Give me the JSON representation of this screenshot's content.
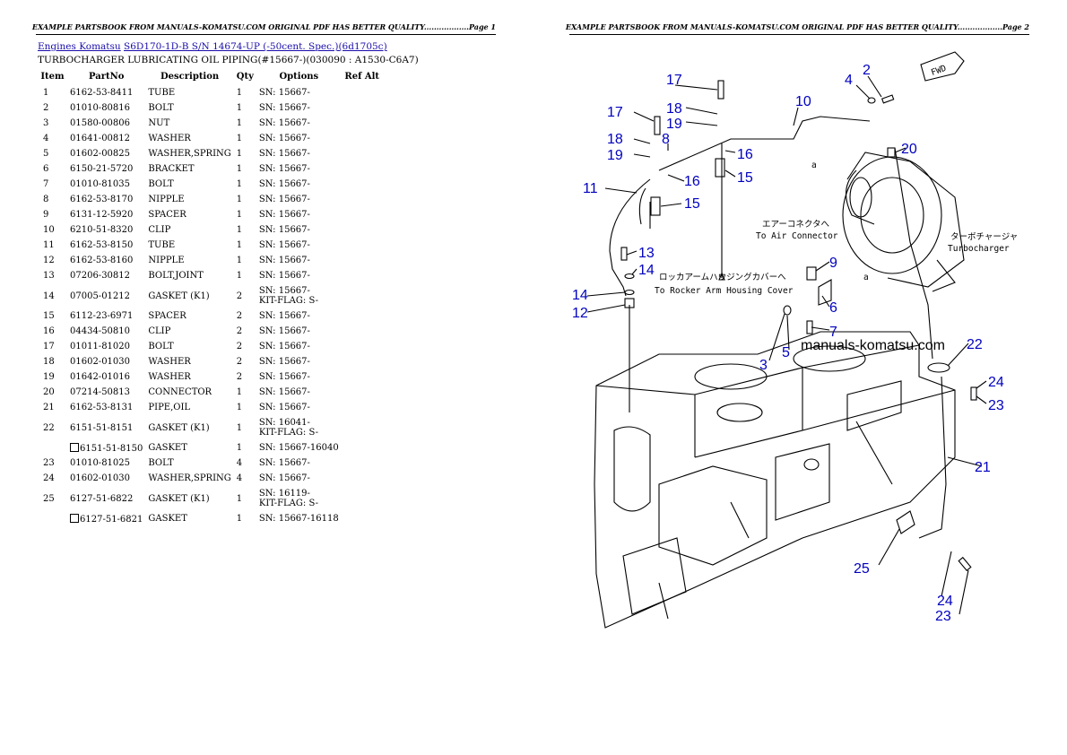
{
  "page1": {
    "header": "EXAMPLE PARTSBOOK FROM MANUALS-KOMATSU.COM ORIGINAL PDF HAS BETTER QUALITY..................Page 1",
    "breadcrumb": {
      "link1": "Engines Komatsu",
      "link2": "S6D170-1D-B S/N 14674-UP (-50cent. Spec.)(6d1705c)"
    },
    "subtitle": "TURBOCHARGER LUBRICATING OIL PIPING(#15667-)(030090 : A1530-C6A7)",
    "table": {
      "headers": [
        "Item",
        "PartNo",
        "Description",
        "Qty",
        "Options",
        "Ref",
        "Alt"
      ],
      "rows": [
        {
          "item": "1",
          "part": "6162-53-8411",
          "desc": "TUBE",
          "qty": "1",
          "opt": "SN: 15667-",
          "opt2": "",
          "alt": false
        },
        {
          "item": "2",
          "part": "01010-80816",
          "desc": "BOLT",
          "qty": "1",
          "opt": "SN: 15667-",
          "opt2": "",
          "alt": false
        },
        {
          "item": "3",
          "part": "01580-00806",
          "desc": "NUT",
          "qty": "1",
          "opt": "SN: 15667-",
          "opt2": "",
          "alt": false
        },
        {
          "item": "4",
          "part": "01641-00812",
          "desc": "WASHER",
          "qty": "1",
          "opt": "SN: 15667-",
          "opt2": "",
          "alt": false
        },
        {
          "item": "5",
          "part": "01602-00825",
          "desc": "WASHER,SPRING",
          "qty": "1",
          "opt": "SN: 15667-",
          "opt2": "",
          "alt": false
        },
        {
          "item": "6",
          "part": "6150-21-5720",
          "desc": "BRACKET",
          "qty": "1",
          "opt": "SN: 15667-",
          "opt2": "",
          "alt": false
        },
        {
          "item": "7",
          "part": "01010-81035",
          "desc": "BOLT",
          "qty": "1",
          "opt": "SN: 15667-",
          "opt2": "",
          "alt": false
        },
        {
          "item": "8",
          "part": "6162-53-8170",
          "desc": "NIPPLE",
          "qty": "1",
          "opt": "SN: 15667-",
          "opt2": "",
          "alt": false
        },
        {
          "item": "9",
          "part": "6131-12-5920",
          "desc": "SPACER",
          "qty": "1",
          "opt": "SN: 15667-",
          "opt2": "",
          "alt": false
        },
        {
          "item": "10",
          "part": "6210-51-8320",
          "desc": "CLIP",
          "qty": "1",
          "opt": "SN: 15667-",
          "opt2": "",
          "alt": false
        },
        {
          "item": "11",
          "part": "6162-53-8150",
          "desc": "TUBE",
          "qty": "1",
          "opt": "SN: 15667-",
          "opt2": "",
          "alt": false
        },
        {
          "item": "12",
          "part": "6162-53-8160",
          "desc": "NIPPLE",
          "qty": "1",
          "opt": "SN: 15667-",
          "opt2": "",
          "alt": false
        },
        {
          "item": "13",
          "part": "07206-30812",
          "desc": "BOLT,JOINT",
          "qty": "1",
          "opt": "SN: 15667-",
          "opt2": "",
          "alt": false
        },
        {
          "item": "14",
          "part": "07005-01212",
          "desc": "GASKET (K1)",
          "qty": "2",
          "opt": "SN: 15667-",
          "opt2": "KIT-FLAG: S-",
          "alt": false
        },
        {
          "item": "15",
          "part": "6112-23-6971",
          "desc": "SPACER",
          "qty": "2",
          "opt": "SN: 15667-",
          "opt2": "",
          "alt": false
        },
        {
          "item": "16",
          "part": "04434-50810",
          "desc": "CLIP",
          "qty": "2",
          "opt": "SN: 15667-",
          "opt2": "",
          "alt": false
        },
        {
          "item": "17",
          "part": "01011-81020",
          "desc": "BOLT",
          "qty": "2",
          "opt": "SN: 15667-",
          "opt2": "",
          "alt": false
        },
        {
          "item": "18",
          "part": "01602-01030",
          "desc": "WASHER",
          "qty": "2",
          "opt": "SN: 15667-",
          "opt2": "",
          "alt": false
        },
        {
          "item": "19",
          "part": "01642-01016",
          "desc": "WASHER",
          "qty": "2",
          "opt": "SN: 15667-",
          "opt2": "",
          "alt": false
        },
        {
          "item": "20",
          "part": "07214-50813",
          "desc": "CONNECTOR",
          "qty": "1",
          "opt": "SN: 15667-",
          "opt2": "",
          "alt": false
        },
        {
          "item": "21",
          "part": "6162-53-8131",
          "desc": "PIPE,OIL",
          "qty": "1",
          "opt": "SN: 15667-",
          "opt2": "",
          "alt": false
        },
        {
          "item": "22",
          "part": "6151-51-8151",
          "desc": "GASKET (K1)",
          "qty": "1",
          "opt": "SN: 16041-",
          "opt2": "KIT-FLAG: S-",
          "alt": false
        },
        {
          "item": "",
          "part": "6151-51-8150",
          "desc": "GASKET",
          "qty": "1",
          "opt": "SN: 15667-16040",
          "opt2": "",
          "alt": true
        },
        {
          "item": "23",
          "part": "01010-81025",
          "desc": "BOLT",
          "qty": "4",
          "opt": "SN: 15667-",
          "opt2": "",
          "alt": false
        },
        {
          "item": "24",
          "part": "01602-01030",
          "desc": "WASHER,SPRING",
          "qty": "4",
          "opt": "SN: 15667-",
          "opt2": "",
          "alt": false
        },
        {
          "item": "25",
          "part": "6127-51-6822",
          "desc": "GASKET (K1)",
          "qty": "1",
          "opt": "SN: 16119-",
          "opt2": "KIT-FLAG: S-",
          "alt": false
        },
        {
          "item": "",
          "part": "6127-51-6821",
          "desc": "GASKET",
          "qty": "1",
          "opt": "SN: 15667-16118",
          "opt2": "",
          "alt": true
        }
      ]
    }
  },
  "page2": {
    "header": "EXAMPLE PARTSBOOK FROM MANUALS-KOMATSU.COM ORIGINAL PDF HAS BETTER QUALITY..................Page 2",
    "watermark": "manuals-komatsu.com",
    "fwd": "FWD",
    "callouts": {
      "air_jp": "エアーコネクタへ",
      "air_en": "To Air Connector",
      "rocker_jp": "ロッカアームハウジングカバーへ",
      "rocker_en": "To Rocker Arm Housing Cover",
      "turbo_jp": "ターボチャージャ",
      "turbo_en": "Turbocharger",
      "a": "a"
    },
    "labels": [
      "17",
      "18",
      "19",
      "17",
      "18",
      "19",
      "8",
      "16",
      "15",
      "16",
      "15",
      "11",
      "10",
      "4",
      "2",
      "20",
      "13",
      "14",
      "14",
      "12",
      "9",
      "6",
      "7",
      "5",
      "3",
      "22",
      "24",
      "23",
      "21",
      "25",
      "24",
      "23"
    ]
  }
}
